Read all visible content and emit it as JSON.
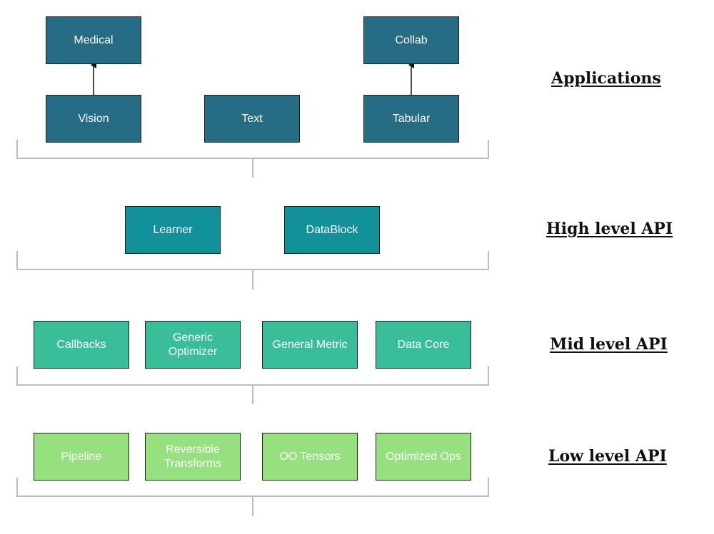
{
  "colors": {
    "applications": "#256c84",
    "high_level": "#12919b",
    "mid_level": "#3abe9a",
    "low_level": "#96e07f",
    "bracket": "#bdbdbd",
    "arrow": "#111111"
  },
  "applications": {
    "title": "Applications",
    "medical": "Medical",
    "collab": "Collab",
    "vision": "Vision",
    "text": "Text",
    "tabular": "Tabular"
  },
  "high_level_api": {
    "title": "High level API",
    "learner": "Learner",
    "datablock": "DataBlock"
  },
  "mid_level_api": {
    "title": "Mid level API",
    "callbacks": "Callbacks",
    "generic_optimizer": "Generic\nOptimizer",
    "general_metric": "General Metric",
    "data_core": "Data Core"
  },
  "low_level_api": {
    "title": "Low level API",
    "pipeline": "Pipeline",
    "reversible_transforms": "Reversible\nTransforms",
    "oo_tensors": "OO Tensors",
    "optimized_ops": "Optimized Ops"
  }
}
